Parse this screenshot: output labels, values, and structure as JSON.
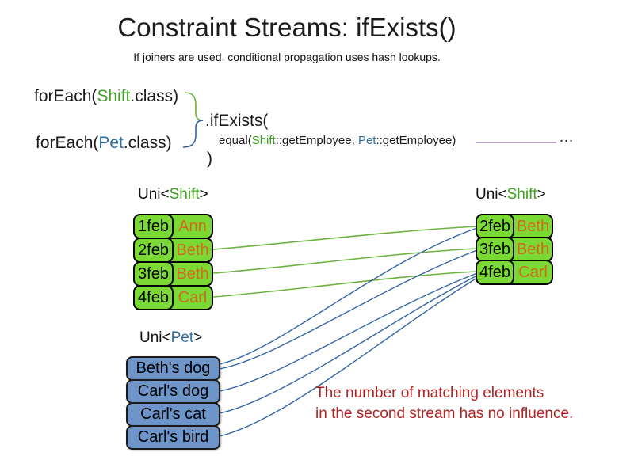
{
  "title": "Constraint Streams: ifExists()",
  "subtitle": "If joiners are used, conditional propagation uses hash lookups.",
  "code": {
    "foreach_shift": {
      "prefix": "forEach(",
      "class_name": "Shift",
      "suffix": ".class)"
    },
    "foreach_pet": {
      "prefix": "forEach(",
      "class_name": "Pet",
      "suffix": ".class)"
    },
    "if_exists": ".ifExists(",
    "joiner": {
      "prefix": "equal(",
      "shift_ref": "Shift",
      "mid": "::getEmployee, ",
      "pet_ref": "Pet",
      "suffix": "::getEmployee)"
    },
    "close_paren": ")",
    "ellipsis": "…"
  },
  "labels": {
    "shift_left": {
      "pre": "Uni<",
      "type": "Shift",
      "post": ">"
    },
    "shift_right": {
      "pre": "Uni<",
      "type": "Shift",
      "post": ">"
    },
    "pet": {
      "pre": "Uni<",
      "type": "Pet",
      "post": ">"
    }
  },
  "tables": {
    "shift_left": {
      "rows": [
        {
          "date": "1feb",
          "employee": "Ann"
        },
        {
          "date": "2feb",
          "employee": "Beth"
        },
        {
          "date": "3feb",
          "employee": "Beth"
        },
        {
          "date": "4feb",
          "employee": "Carl"
        }
      ]
    },
    "shift_right": {
      "rows": [
        {
          "date": "2feb",
          "employee": "Beth"
        },
        {
          "date": "3feb",
          "employee": "Beth"
        },
        {
          "date": "4feb",
          "employee": "Carl"
        }
      ]
    },
    "pet": {
      "rows": [
        {
          "name": "Beth's dog"
        },
        {
          "name": "Carl's dog"
        },
        {
          "name": "Carl's cat"
        },
        {
          "name": "Carl's bird"
        }
      ]
    }
  },
  "note": {
    "line1": "The number of matching elements",
    "line2": "in the second stream has no influence."
  },
  "colors": {
    "shift_box_green": "#7bd934",
    "employee_orange": "#d2691e",
    "pet_box_blue": "#6d95c9",
    "shift_type_green": "#3da01e",
    "pet_type_blue": "#2e6da4",
    "match_line_green": "#6cb33f",
    "match_line_blue": "#3465a4",
    "joiner_line_purple": "#8e6ca8",
    "note_red": "#b22222"
  }
}
